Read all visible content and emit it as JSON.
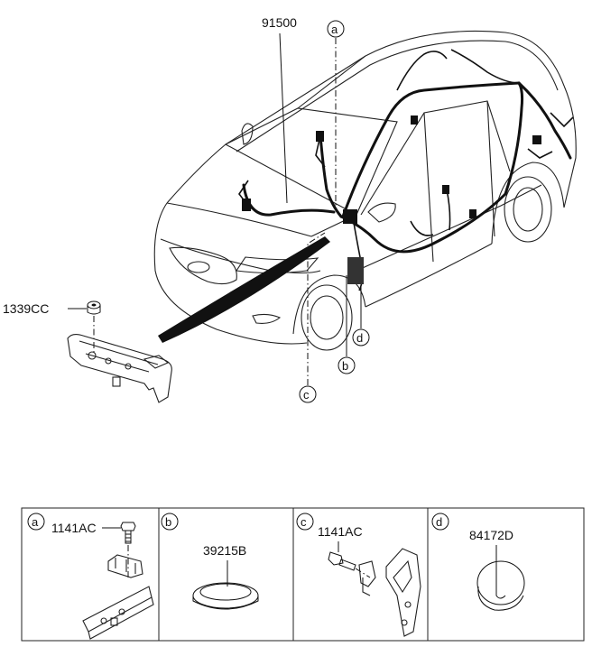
{
  "main": {
    "part_main_harness": "91500",
    "part_nut": "1339CC"
  },
  "callouts": [
    "a",
    "b",
    "c",
    "d"
  ],
  "panels": [
    {
      "letter": "a",
      "part": "1141AC"
    },
    {
      "letter": "b",
      "part": "39215B"
    },
    {
      "letter": "c",
      "part": "1141AC"
    },
    {
      "letter": "d",
      "part": "84172D"
    }
  ]
}
